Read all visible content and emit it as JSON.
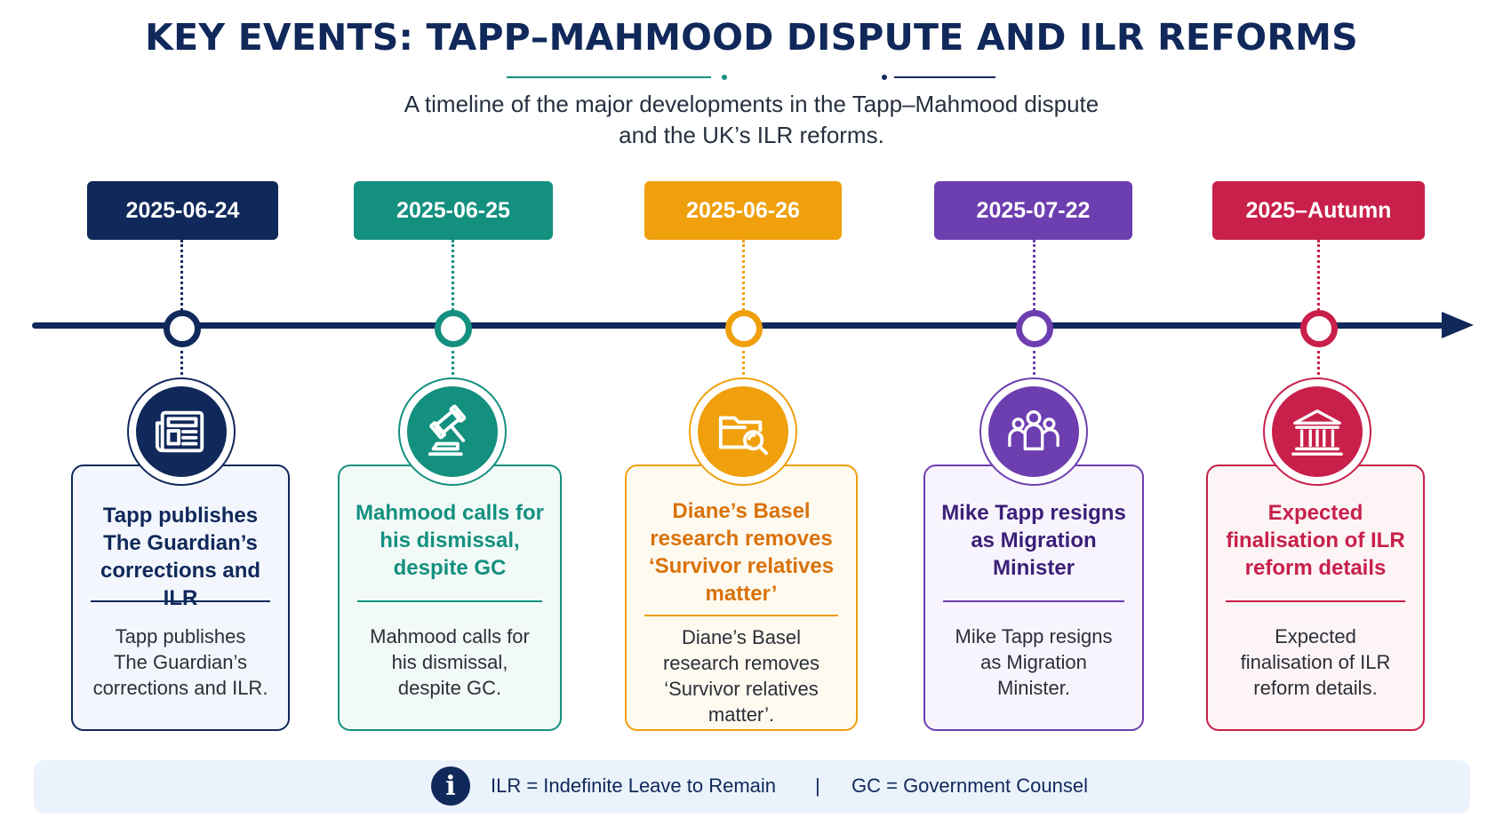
{
  "header": {
    "title": "KEY EVENTS: TAPP–MAHMOOD DISPUTE AND ILR REFORMS",
    "subtitle_line1": "A timeline of the major developments in the Tapp–Mahmood dispute",
    "subtitle_line2": "and the UK’s ILR reforms."
  },
  "colors": {
    "navy": "#10285a",
    "teal": "#14907f",
    "amber": "#efa00c",
    "purple": "#6d3eb0",
    "crimson": "#c8204a"
  },
  "events": [
    {
      "date": "2025-06-24",
      "icon": "newspaper-icon",
      "title_lines": [
        "Tapp publishes",
        "The Guardian’s",
        "corrections and ILR"
      ],
      "body_lines": [
        "Tapp publishes",
        "The Guardian’s",
        "corrections and ILR."
      ]
    },
    {
      "date": "2025-06-25",
      "icon": "gavel-icon",
      "title_lines": [
        "Mahmood calls for",
        "his dismissal,",
        "despite GC"
      ],
      "body_lines": [
        "Mahmood calls for",
        "his dismissal,",
        "despite GC."
      ]
    },
    {
      "date": "2025-06-26",
      "icon": "folder-search-icon",
      "title_lines": [
        "Diane’s Basel",
        "research removes",
        "‘Survivor relatives",
        "matter’"
      ],
      "body_lines": [
        "Diane’s Basel",
        "research removes",
        "‘Survivor relatives",
        "matter’."
      ]
    },
    {
      "date": "2025-07-22",
      "icon": "people-group-icon",
      "title_lines": [
        "Mike Tapp resigns",
        "as Migration",
        "Minister"
      ],
      "body_lines": [
        "Mike Tapp resigns",
        "as Migration",
        "Minister."
      ]
    },
    {
      "date": "2025–Autumn",
      "icon": "government-building-icon",
      "title_lines": [
        "Expected",
        "finalisation of ILR",
        "reform details"
      ],
      "body_lines": [
        "Expected",
        "finalisation of ILR",
        "reform details."
      ]
    }
  ],
  "legend": {
    "icon": "info-icon",
    "glyph": "i",
    "ilr": "ILR = Indefinite Leave to Remain",
    "separator": "|",
    "gc": "GC = Government Counsel"
  }
}
